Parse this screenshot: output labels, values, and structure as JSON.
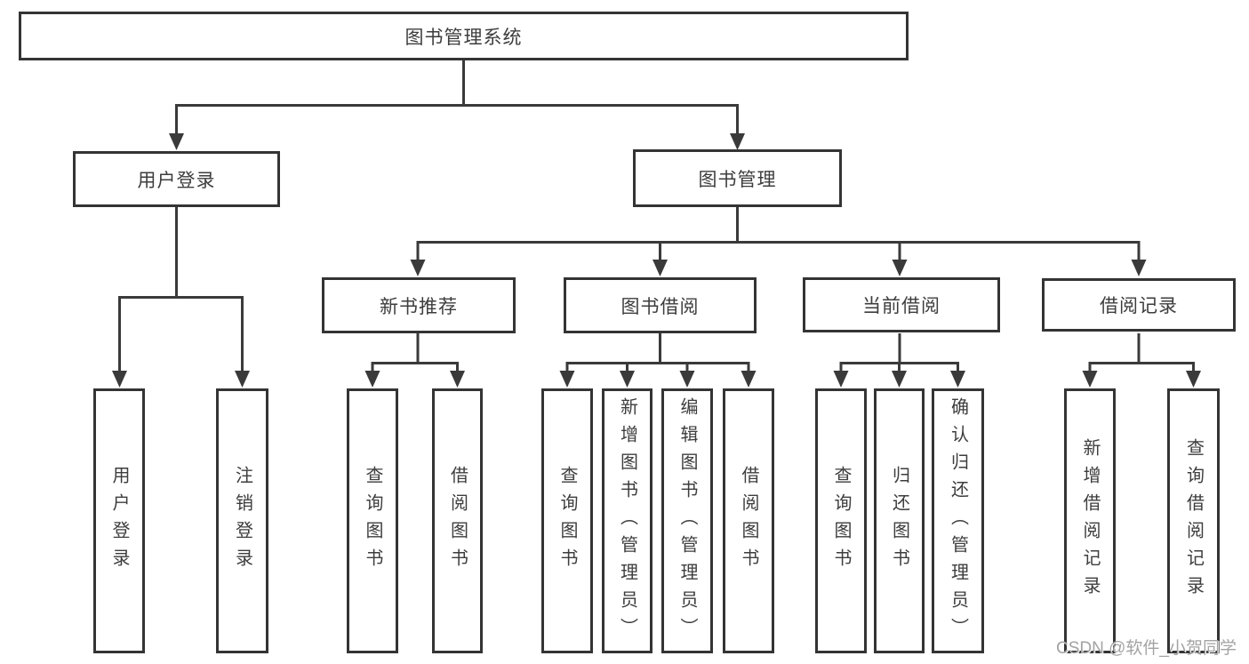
{
  "tree": {
    "root": "图书管理系统",
    "branches": [
      {
        "label": "用户登录",
        "children": [
          "用户登录",
          "注销登录"
        ]
      },
      {
        "label": "图书管理",
        "groups": [
          {
            "label": "新书推荐",
            "children": [
              "查询图书",
              "借阅图书"
            ]
          },
          {
            "label": "图书借阅",
            "children": [
              "查询图书",
              "新增图书（管理员）",
              "编辑图书（管理员）",
              "借阅图书"
            ]
          },
          {
            "label": "当前借阅",
            "children": [
              "查询图书",
              "归还图书",
              "确认归还（管理员）"
            ]
          },
          {
            "label": "借阅记录",
            "children": [
              "新增借阅记录",
              "查询借阅记录"
            ]
          }
        ]
      }
    ]
  },
  "watermark": "CSDN @软件_小贺同学",
  "style": {
    "line_color": "#3a3a3a",
    "border_color": "#343434",
    "text_color": "#3d3d3d",
    "watermark_color": "#a3a3a3",
    "background_color": "#ffffff"
  }
}
